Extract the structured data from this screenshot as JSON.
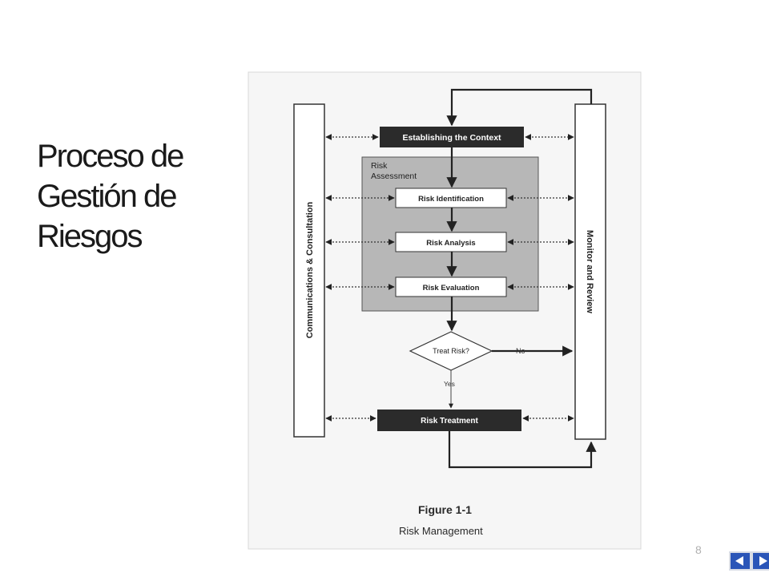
{
  "slide": {
    "title_lines": [
      "Proceso de",
      "Gestión de",
      "Riesgos"
    ],
    "page_number": "8"
  },
  "diagram": {
    "left_column": "Communications & Consultation",
    "right_column": "Monitor and Review",
    "context": "Establishing the Context",
    "assessment_title_line1": "Risk",
    "assessment_title_line2": "Assessment",
    "identification": "Risk Identification",
    "analysis": "Risk Analysis",
    "evaluation": "Risk Evaluation",
    "decision": "Treat Risk?",
    "no_label": "No",
    "yes_label": "Yes",
    "treatment": "Risk Treatment",
    "figure_number": "Figure 1-1",
    "figure_caption": "Risk Management"
  },
  "colors": {
    "dark_box": "#2b2b2b",
    "assessment_fill": "#b7b7b7",
    "nav_blue": "#2a55b8"
  },
  "icons": {
    "nav_back": "triangle-left-icon",
    "nav_forward": "triangle-right-icon"
  }
}
